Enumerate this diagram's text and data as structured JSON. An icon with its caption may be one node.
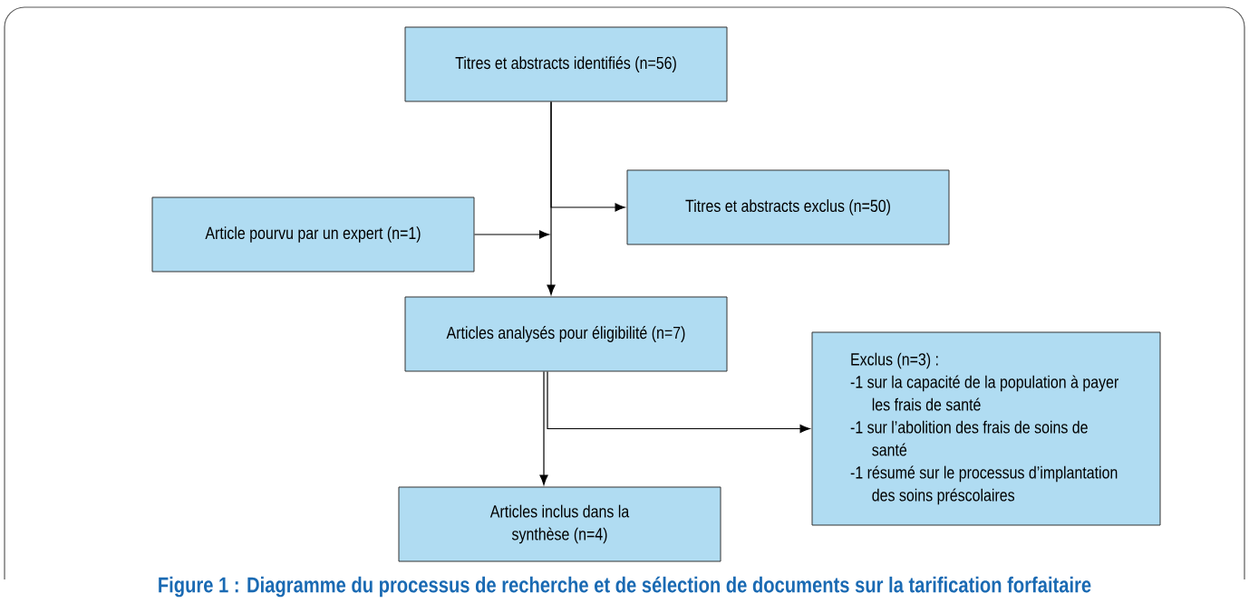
{
  "diagram": {
    "caption": "Figure 1 : Diagramme du processus de recherche et de sélection de documents sur la tarification forfaitaire",
    "nodes": [
      {
        "text": [
          "Titres et abstracts identifiés (n=56)"
        ]
      },
      {
        "text": [
          "Article pourvu par un expert (n=1)"
        ]
      },
      {
        "text": [
          "Titres et abstracts exclus (n=50)"
        ]
      },
      {
        "text": [
          "Articles analysés pour éligibilité (n=7)"
        ]
      },
      {
        "text": [
          "Exclus (n=3) :",
          "-1 sur la capacité de la population à payer les frais de santé",
          "-1 sur l’abolition des frais de soins de santé",
          "-1 résumé sur le processus d’implantation des soins préscolaires"
        ]
      },
      {
        "text": [
          "Articles inclus dans la synthèse (n=4)"
        ]
      }
    ],
    "edges": [
      {
        "from": 0,
        "to": 3,
        "arrow": "to"
      },
      {
        "from": 1,
        "to": 3,
        "arrow": "to"
      },
      {
        "from": 0,
        "to": 2,
        "arrow": "to"
      },
      {
        "from": 3,
        "to": 5,
        "arrow": "to"
      },
      {
        "from": 3,
        "to": 4,
        "arrow": "to"
      }
    ]
  }
}
